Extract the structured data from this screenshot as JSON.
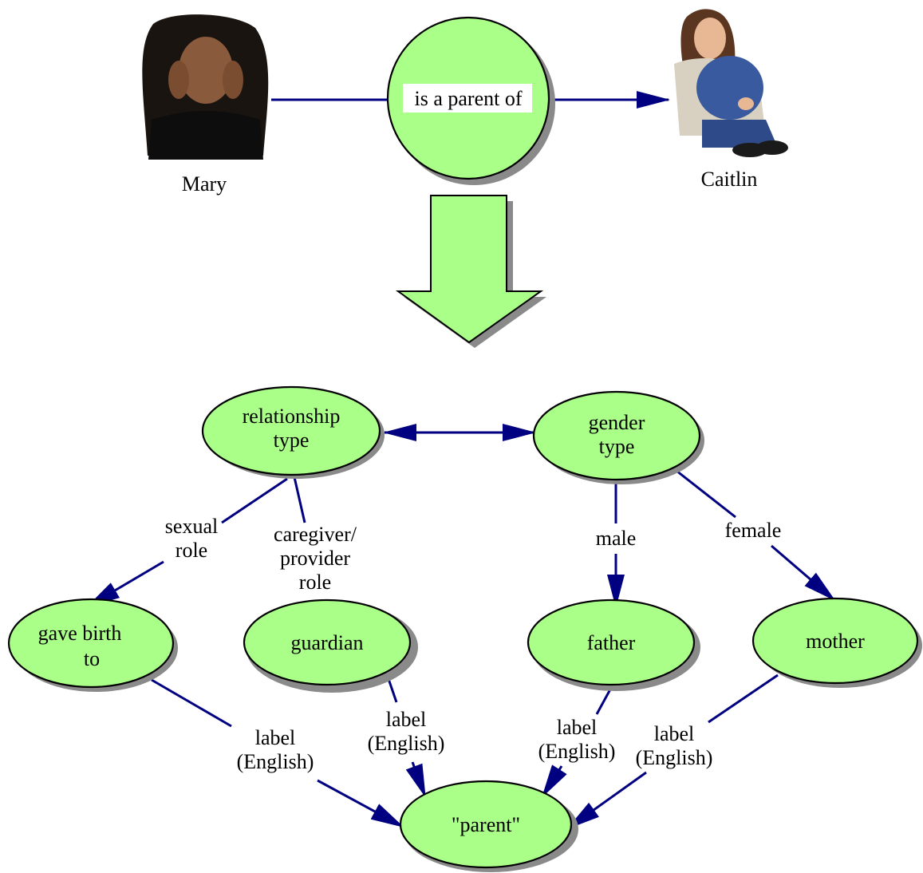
{
  "top": {
    "person_left_name": "Mary",
    "relation_label": "is a parent of",
    "person_right_name": "Caitlin"
  },
  "nodes": {
    "relationship_type": [
      "relationship",
      "type"
    ],
    "gender_type": [
      "gender",
      "type"
    ],
    "gave_birth_to": [
      "gave birth",
      "to"
    ],
    "guardian": [
      "guardian"
    ],
    "father": [
      "father"
    ],
    "mother": [
      "mother"
    ],
    "parent": [
      "\"parent\""
    ]
  },
  "edges": {
    "sexual_role": [
      "sexual",
      "role"
    ],
    "caregiver_role": [
      "caregiver/",
      "provider",
      "role"
    ],
    "male": [
      "male"
    ],
    "female": [
      "female"
    ],
    "label_english": [
      "label",
      "(English)"
    ]
  },
  "colors": {
    "node_fill": "#aaff88",
    "edge_color": "#000080",
    "shadow": "#8a8a8a",
    "outline": "#000000"
  },
  "icons": {
    "person_left": "woman-portrait-photo",
    "person_right": "seated-woman-photo"
  }
}
